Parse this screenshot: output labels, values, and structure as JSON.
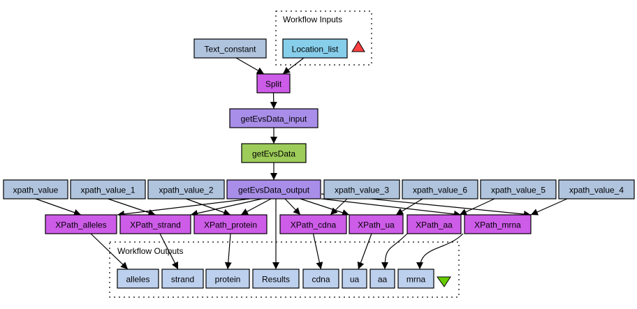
{
  "colors": {
    "constant": "#b0c4de",
    "input": "#87ceeb",
    "processor": "#cd5ce8",
    "port": "#a98ee9",
    "service": "#9dcc5a",
    "output": "#bdd0ee",
    "input_marker": "#ff4040",
    "output_marker": "#66cc00"
  },
  "clusters": {
    "inputs": {
      "label": "Workflow Inputs"
    },
    "outputs": {
      "label": "Workflow Outputs"
    }
  },
  "nodes": [
    {
      "id": "Text_constant",
      "label": "Text_constant",
      "kind": "constant"
    },
    {
      "id": "Location_list",
      "label": "Location_list",
      "kind": "input"
    },
    {
      "id": "Split",
      "label": "Split",
      "kind": "processor"
    },
    {
      "id": "getEvsData_input",
      "label": "getEvsData_input",
      "kind": "port"
    },
    {
      "id": "getEvsData",
      "label": "getEvsData",
      "kind": "service"
    },
    {
      "id": "getEvsData_output",
      "label": "getEvsData_output",
      "kind": "port"
    },
    {
      "id": "xpath_value",
      "label": "xpath_value",
      "kind": "constant"
    },
    {
      "id": "xpath_value_1",
      "label": "xpath_value_1",
      "kind": "constant"
    },
    {
      "id": "xpath_value_2",
      "label": "xpath_value_2",
      "kind": "constant"
    },
    {
      "id": "xpath_value_3",
      "label": "xpath_value_3",
      "kind": "constant"
    },
    {
      "id": "xpath_value_6",
      "label": "xpath_value_6",
      "kind": "constant"
    },
    {
      "id": "xpath_value_5",
      "label": "xpath_value_5",
      "kind": "constant"
    },
    {
      "id": "xpath_value_4",
      "label": "xpath_value_4",
      "kind": "constant"
    },
    {
      "id": "XPath_alleles",
      "label": "XPath_alleles",
      "kind": "processor"
    },
    {
      "id": "XPath_strand",
      "label": "XPath_strand",
      "kind": "processor"
    },
    {
      "id": "XPath_protein",
      "label": "XPath_protein",
      "kind": "processor"
    },
    {
      "id": "XPath_cdna",
      "label": "XPath_cdna",
      "kind": "processor"
    },
    {
      "id": "XPath_ua",
      "label": "XPath_ua",
      "kind": "processor"
    },
    {
      "id": "XPath_aa",
      "label": "XPath_aa",
      "kind": "processor"
    },
    {
      "id": "XPath_mrna",
      "label": "XPath_mrna",
      "kind": "processor"
    },
    {
      "id": "alleles",
      "label": "alleles",
      "kind": "output"
    },
    {
      "id": "strand",
      "label": "strand",
      "kind": "output"
    },
    {
      "id": "protein",
      "label": "protein",
      "kind": "output"
    },
    {
      "id": "Results",
      "label": "Results",
      "kind": "output"
    },
    {
      "id": "cdna",
      "label": "cdna",
      "kind": "output"
    },
    {
      "id": "ua",
      "label": "ua",
      "kind": "output"
    },
    {
      "id": "aa",
      "label": "aa",
      "kind": "output"
    },
    {
      "id": "mrna",
      "label": "mrna",
      "kind": "output"
    }
  ],
  "edges": [
    [
      "Text_constant",
      "Split"
    ],
    [
      "Location_list",
      "Split"
    ],
    [
      "Split",
      "getEvsData_input"
    ],
    [
      "getEvsData_input",
      "getEvsData"
    ],
    [
      "getEvsData",
      "getEvsData_output"
    ],
    [
      "xpath_value",
      "XPath_alleles"
    ],
    [
      "xpath_value_1",
      "XPath_strand"
    ],
    [
      "xpath_value_2",
      "XPath_protein"
    ],
    [
      "xpath_value_3",
      "XPath_cdna"
    ],
    [
      "xpath_value_6",
      "XPath_ua"
    ],
    [
      "xpath_value_5",
      "XPath_aa"
    ],
    [
      "xpath_value_4",
      "XPath_mrna"
    ],
    [
      "getEvsData_output",
      "XPath_alleles"
    ],
    [
      "getEvsData_output",
      "XPath_strand"
    ],
    [
      "getEvsData_output",
      "XPath_protein"
    ],
    [
      "getEvsData_output",
      "XPath_cdna"
    ],
    [
      "getEvsData_output",
      "XPath_ua"
    ],
    [
      "getEvsData_output",
      "XPath_aa"
    ],
    [
      "getEvsData_output",
      "XPath_mrna"
    ],
    [
      "getEvsData_output",
      "Results"
    ],
    [
      "XPath_alleles",
      "alleles"
    ],
    [
      "XPath_strand",
      "strand"
    ],
    [
      "XPath_protein",
      "protein"
    ],
    [
      "XPath_cdna",
      "cdna"
    ],
    [
      "XPath_ua",
      "ua"
    ],
    [
      "XPath_aa",
      "aa"
    ],
    [
      "XPath_mrna",
      "mrna"
    ]
  ]
}
